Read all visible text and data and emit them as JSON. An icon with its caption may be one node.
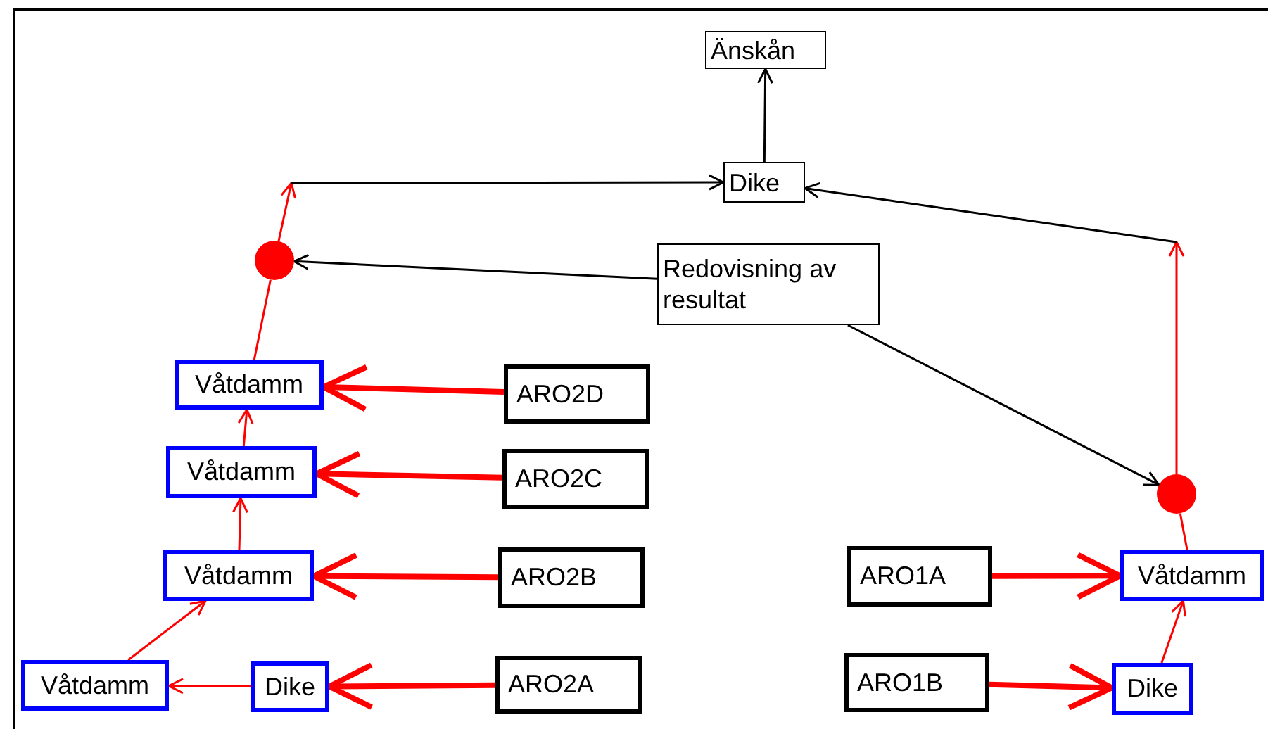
{
  "diagram": {
    "nodes": [
      {
        "text": [
          "Änskån"
        ]
      },
      {
        "text": [
          "Dike"
        ]
      },
      {
        "text": [
          "Redovisning av resultat"
        ]
      },
      {
        "text": [],
        "shape": "circle"
      },
      {
        "text": [],
        "shape": "circle"
      },
      {
        "text": [
          "Våtdamm"
        ]
      },
      {
        "text": [
          "ARO2D"
        ]
      },
      {
        "text": [
          "Våtdamm"
        ]
      },
      {
        "text": [
          "ARO2C"
        ]
      },
      {
        "text": [
          "Våtdamm"
        ]
      },
      {
        "text": [
          "ARO2B"
        ]
      },
      {
        "text": [
          "ARO1A"
        ]
      },
      {
        "text": [
          "Våtdamm"
        ]
      },
      {
        "text": [
          "Våtdamm"
        ]
      },
      {
        "text": [
          "Dike"
        ]
      },
      {
        "text": [
          "ARO2A"
        ]
      },
      {
        "text": [
          "ARO1B"
        ]
      },
      {
        "text": [
          "Dike"
        ]
      }
    ],
    "edges": [
      {
        "from": 1,
        "to": 0,
        "arrow": "to",
        "color": "#000000"
      },
      {
        "from": 3,
        "to": null,
        "arrow": "to"
      },
      {
        "from": null,
        "to": 1,
        "arrow": "to",
        "color": "#000000"
      },
      {
        "from": 4,
        "to": null,
        "arrow": "to"
      },
      {
        "from": null,
        "to": 1,
        "arrow": "to",
        "color": "#000000"
      },
      {
        "from": 2,
        "to": 3,
        "arrow": "to",
        "color": "#000000"
      },
      {
        "from": 2,
        "to": 4,
        "arrow": "to",
        "color": "#000000"
      },
      {
        "from": 5,
        "to": 3,
        "arrow": "none"
      },
      {
        "from": 6,
        "to": 5,
        "arrow": "to",
        "style": "thick"
      },
      {
        "from": 7,
        "to": 5,
        "arrow": "to"
      },
      {
        "from": 8,
        "to": 7,
        "arrow": "to",
        "style": "thick"
      },
      {
        "from": 9,
        "to": 7,
        "arrow": "to"
      },
      {
        "from": 10,
        "to": 9,
        "arrow": "to",
        "style": "thick"
      },
      {
        "from": 13,
        "to": 9,
        "arrow": "to"
      },
      {
        "from": 14,
        "to": 13,
        "arrow": "to"
      },
      {
        "from": 15,
        "to": 14,
        "arrow": "to",
        "style": "thick"
      },
      {
        "from": 11,
        "to": 12,
        "arrow": "to",
        "style": "thick"
      },
      {
        "from": 16,
        "to": 17,
        "arrow": "to",
        "style": "thick"
      },
      {
        "from": 17,
        "to": 12,
        "arrow": "to"
      },
      {
        "from": 12,
        "to": 4,
        "arrow": "none"
      }
    ]
  }
}
